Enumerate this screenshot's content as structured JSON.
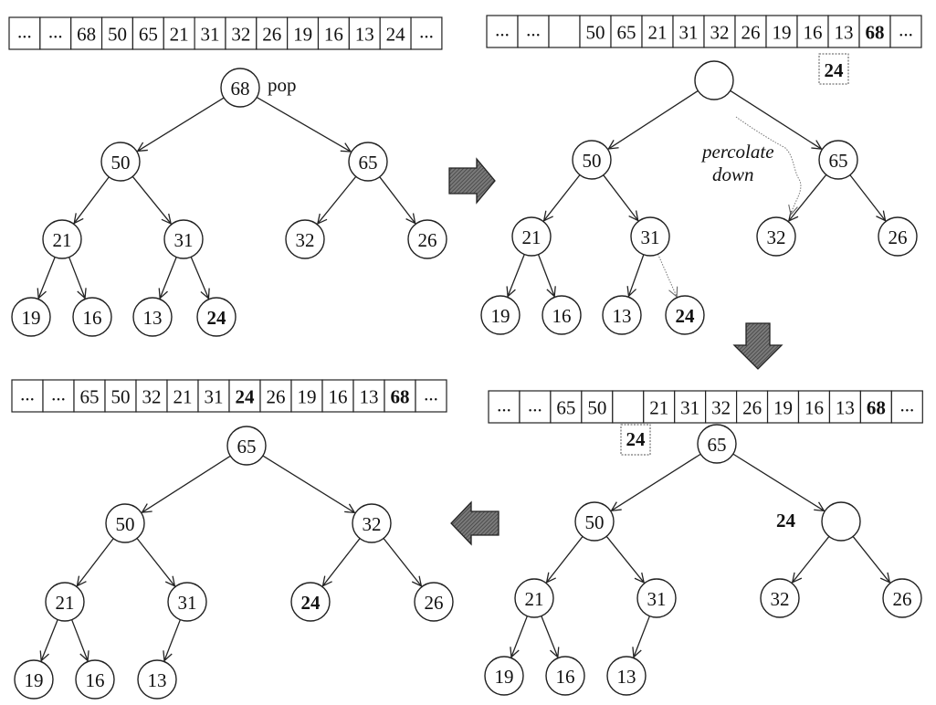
{
  "diagram": {
    "title": "Heap pop with percolate down",
    "panels": [
      {
        "id": "p1",
        "array": [
          "...",
          "...",
          "68",
          "50",
          "65",
          "21",
          "31",
          "32",
          "26",
          "19",
          "16",
          "13",
          "24",
          "..."
        ],
        "bold_cells": [],
        "annotation": "pop",
        "nodes": [
          "68",
          "50",
          "65",
          "21",
          "31",
          "32",
          "26",
          "19",
          "16",
          "13",
          "24"
        ],
        "bold_nodes": [
          "24"
        ]
      },
      {
        "id": "p2",
        "array": [
          "...",
          "...",
          "",
          "50",
          "65",
          "21",
          "31",
          "32",
          "26",
          "19",
          "16",
          "13",
          "68",
          "..."
        ],
        "bold_cells": [
          "68"
        ],
        "floating_value": "24",
        "annotation_line1": "percolate",
        "annotation_line2": "down",
        "nodes": [
          "",
          "50",
          "65",
          "21",
          "31",
          "32",
          "26",
          "19",
          "16",
          "13",
          "24"
        ],
        "bold_nodes": [
          "24"
        ]
      },
      {
        "id": "p3",
        "array": [
          "...",
          "...",
          "65",
          "50",
          "",
          "21",
          "31",
          "32",
          "26",
          "19",
          "16",
          "13",
          "68",
          "..."
        ],
        "bold_cells": [
          "68"
        ],
        "floating_value": "24",
        "side_label": "24",
        "nodes": [
          "65",
          "50",
          "",
          "21",
          "31",
          "32",
          "26",
          "19",
          "16",
          "13"
        ],
        "bold_nodes": []
      },
      {
        "id": "p4",
        "array": [
          "...",
          "...",
          "65",
          "50",
          "32",
          "21",
          "31",
          "24",
          "26",
          "19",
          "16",
          "13",
          "68",
          "..."
        ],
        "bold_cells": [
          "24",
          "68"
        ],
        "nodes": [
          "65",
          "50",
          "32",
          "21",
          "31",
          "24",
          "26",
          "19",
          "16",
          "13"
        ],
        "bold_nodes": [
          "24"
        ]
      }
    ],
    "transition_arrows": [
      "right",
      "down",
      "left"
    ]
  }
}
